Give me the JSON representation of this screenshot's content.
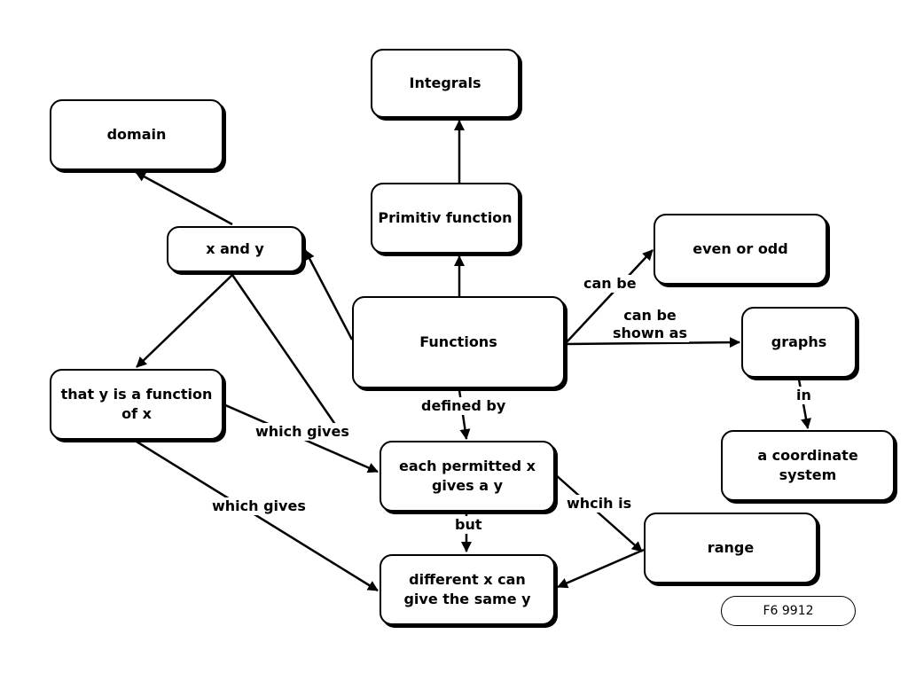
{
  "nodes": [
    {
      "id": "integrals",
      "label": "Integrals"
    },
    {
      "id": "domain",
      "label": "domain"
    },
    {
      "id": "primitive",
      "label": "Primitiv function"
    },
    {
      "id": "xandy",
      "label": "x and y"
    },
    {
      "id": "evenodd",
      "label": "even or odd"
    },
    {
      "id": "functions",
      "label": "Functions"
    },
    {
      "id": "graphs",
      "label": "graphs"
    },
    {
      "id": "thaty",
      "label": "that y is a function\nof x"
    },
    {
      "id": "eachx",
      "label": "each permitted x\ngives a y"
    },
    {
      "id": "coord",
      "label": "a coordinate\nsystem"
    },
    {
      "id": "range",
      "label": "range"
    },
    {
      "id": "different",
      "label": "different x can\ngive the same y"
    }
  ],
  "edges": [
    {
      "id": "primitive-integrals",
      "from": "primitive",
      "to": "integrals",
      "label": ""
    },
    {
      "id": "functions-primitive",
      "from": "functions",
      "to": "primitive",
      "label": ""
    },
    {
      "id": "functions-xandy",
      "from": "functions",
      "to": "xandy",
      "label": ""
    },
    {
      "id": "xandy-domain",
      "from": "xandy",
      "to": "domain",
      "label": ""
    },
    {
      "id": "xandy-thaty",
      "from": "xandy",
      "to": "thaty",
      "label": ""
    },
    {
      "id": "xandy-eachx",
      "from": "xandy",
      "to": "eachx",
      "label": ""
    },
    {
      "id": "functions-evenodd",
      "from": "functions",
      "to": "evenodd",
      "label": "can be"
    },
    {
      "id": "functions-graphs",
      "from": "functions",
      "to": "graphs",
      "label": "can be\nshown as"
    },
    {
      "id": "graphs-coord",
      "from": "graphs",
      "to": "coord",
      "label": "in"
    },
    {
      "id": "functions-eachx",
      "from": "functions",
      "to": "eachx",
      "label": "defined by"
    },
    {
      "id": "thaty-eachx",
      "from": "thaty",
      "to": "eachx",
      "label": "which gives"
    },
    {
      "id": "thaty-different",
      "from": "thaty",
      "to": "different",
      "label": "which gives"
    },
    {
      "id": "eachx-different",
      "from": "eachx",
      "to": "different",
      "label": "but"
    },
    {
      "id": "eachx-range",
      "from": "eachx",
      "to": "range",
      "label": "whcih is"
    },
    {
      "id": "range-different",
      "from": "range",
      "to": "different",
      "label": ""
    }
  ],
  "figure_code": "F6 9912"
}
